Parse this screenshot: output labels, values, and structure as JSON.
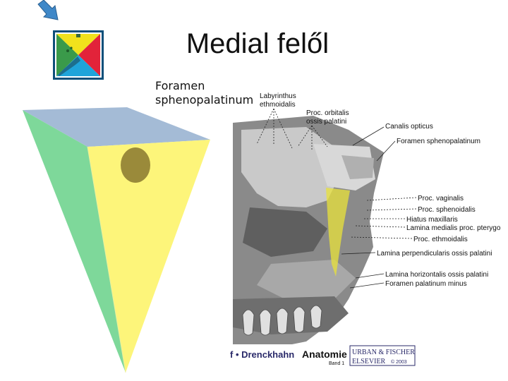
{
  "slide": {
    "title": "Medial felől",
    "foramen_label_line1": "Foramen",
    "foramen_label_line2": "sphenopalatinum"
  },
  "anatomy_labels": {
    "labyrinthus_1": "Labyrinthus",
    "labyrinthus_2": "ethmoidalis",
    "proc_orbitalis_1": "Proc. orbitalis",
    "proc_orbitalis_2": "ossis palatini",
    "canalis_opticus": "Canalis opticus",
    "foramen_sphenopalatinum": "Foramen sphenopalatinum",
    "proc_vaginalis": "Proc. vaginalis",
    "proc_sphenoidalis": "Proc. sphenoidalis",
    "hiatus_maxillaris": "Hiatus maxillaris",
    "lamina_medialis": "Lamina medialis proc. pterygo",
    "proc_ethmoidalis": "Proc. ethmoidalis",
    "lamina_perpendicularis": "Lamina perpendicularis ossis palatini",
    "lamina_horizontalis": "Lamina horizontalis ossis palatini",
    "foramen_palatinum_minus": "Foramen palatinum minus"
  },
  "book_credit": {
    "authors": "f • Drenckhahn",
    "title": "Anatomie",
    "volume": "Band 1",
    "publisher_1": "URBAN & FISCHER",
    "publisher_2": "ELSEVIER",
    "year": "© 2003"
  },
  "colors": {
    "pyramid_green": "#7ed89a",
    "pyramid_yellow": "#fdf57a",
    "pyramid_top": "#a4bbd6",
    "foramen_disc": "#9a8a3a",
    "arrow_blue": "#3f88c8",
    "highlight_yellow": "#e8e23a"
  }
}
